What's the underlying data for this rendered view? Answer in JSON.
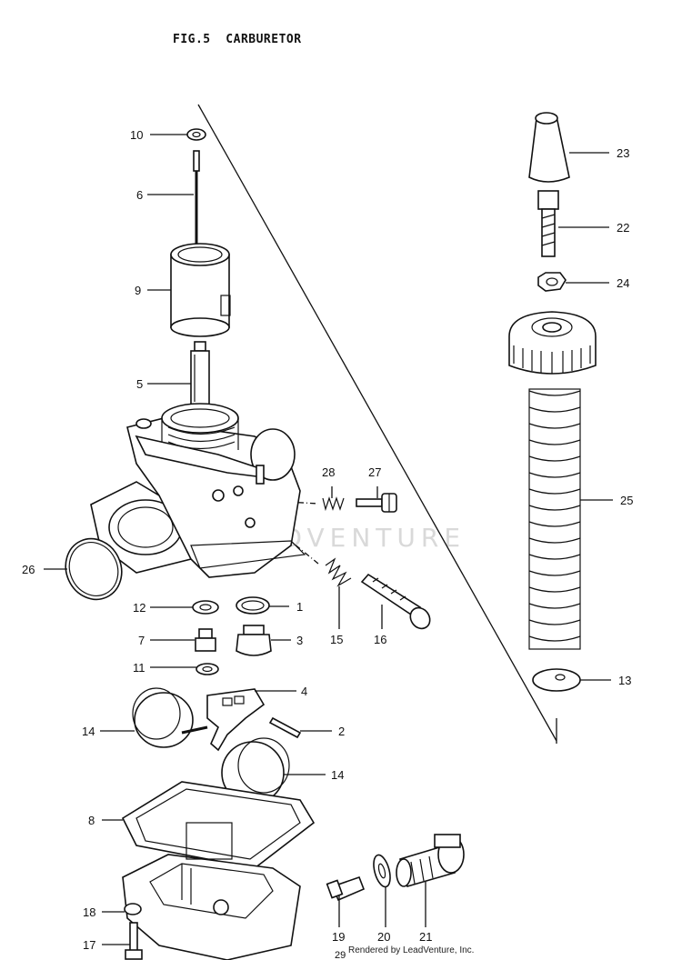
{
  "title": "FIG.5  CARBURETOR",
  "watermark": "LEADVENTURE",
  "credit": "Rendered by LeadVenture, Inc.",
  "callouts": {
    "p1": "1",
    "p2": "2",
    "p3": "3",
    "p4": "4",
    "p5": "5",
    "p6": "6",
    "p7": "7",
    "p8": "8",
    "p9": "9",
    "p10": "10",
    "p11": "11",
    "p12": "12",
    "p13": "13",
    "p14a": "14",
    "p14b": "14",
    "p15": "15",
    "p16": "16",
    "p17": "17",
    "p18": "18",
    "p19": "19",
    "p20": "20",
    "p21": "21",
    "p22": "22",
    "p23": "23",
    "p24": "24",
    "p25": "25",
    "p26": "26",
    "p27": "27",
    "p28": "28",
    "p29": "29"
  }
}
